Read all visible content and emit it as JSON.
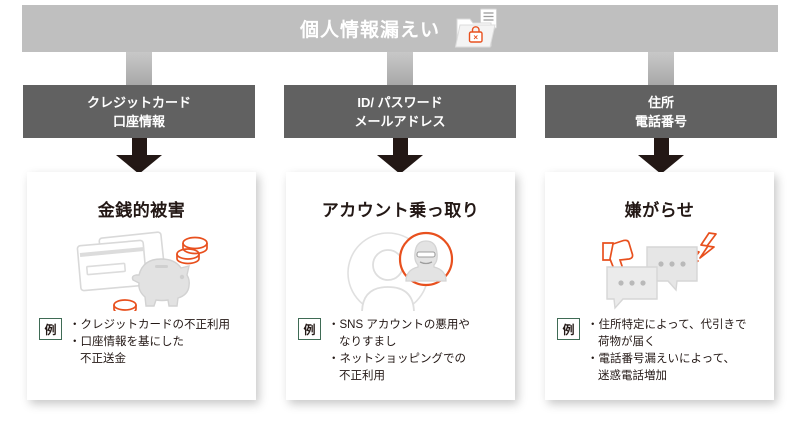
{
  "diagram": {
    "title": "個人情報漏えい",
    "title_icon": "folder-lock-breach-icon",
    "colors": {
      "banner": "#bfbfbf",
      "category_box": "#616161",
      "arrow": "#231815",
      "accent_orange": "#e8501e",
      "badge_border": "#3f6b55",
      "text_dark": "#231815",
      "art_gray": "#dcdcdc"
    },
    "categories": [
      {
        "line1": "クレジットカード",
        "line2": "口座情報"
      },
      {
        "line1": "ID/ パスワード",
        "line2": "メールアドレス"
      },
      {
        "line1": "住所",
        "line2": "電話番号"
      }
    ],
    "outcomes": [
      {
        "title": "金銭的被害",
        "art": "credit-card-piggybank-coins-illustration",
        "example_label": "例",
        "bullets": [
          "クレジットカードの不正利用",
          "口座情報を基にした\n不正送金"
        ]
      },
      {
        "title": "アカウント乗っ取り",
        "art": "user-silhouette-masked-thief-illustration",
        "example_label": "例",
        "bullets": [
          "SNS アカウントの悪用や\nなりすまし",
          "ネットショッピングでの\n不正利用"
        ]
      },
      {
        "title": "嫌がらせ",
        "art": "speech-bubbles-thumbsdown-anger-illustration",
        "example_label": "例",
        "bullets": [
          "住所特定によって、代引きで\n荷物が届く",
          "電話番号漏えいによって、\n迷惑電話増加"
        ]
      }
    ]
  }
}
